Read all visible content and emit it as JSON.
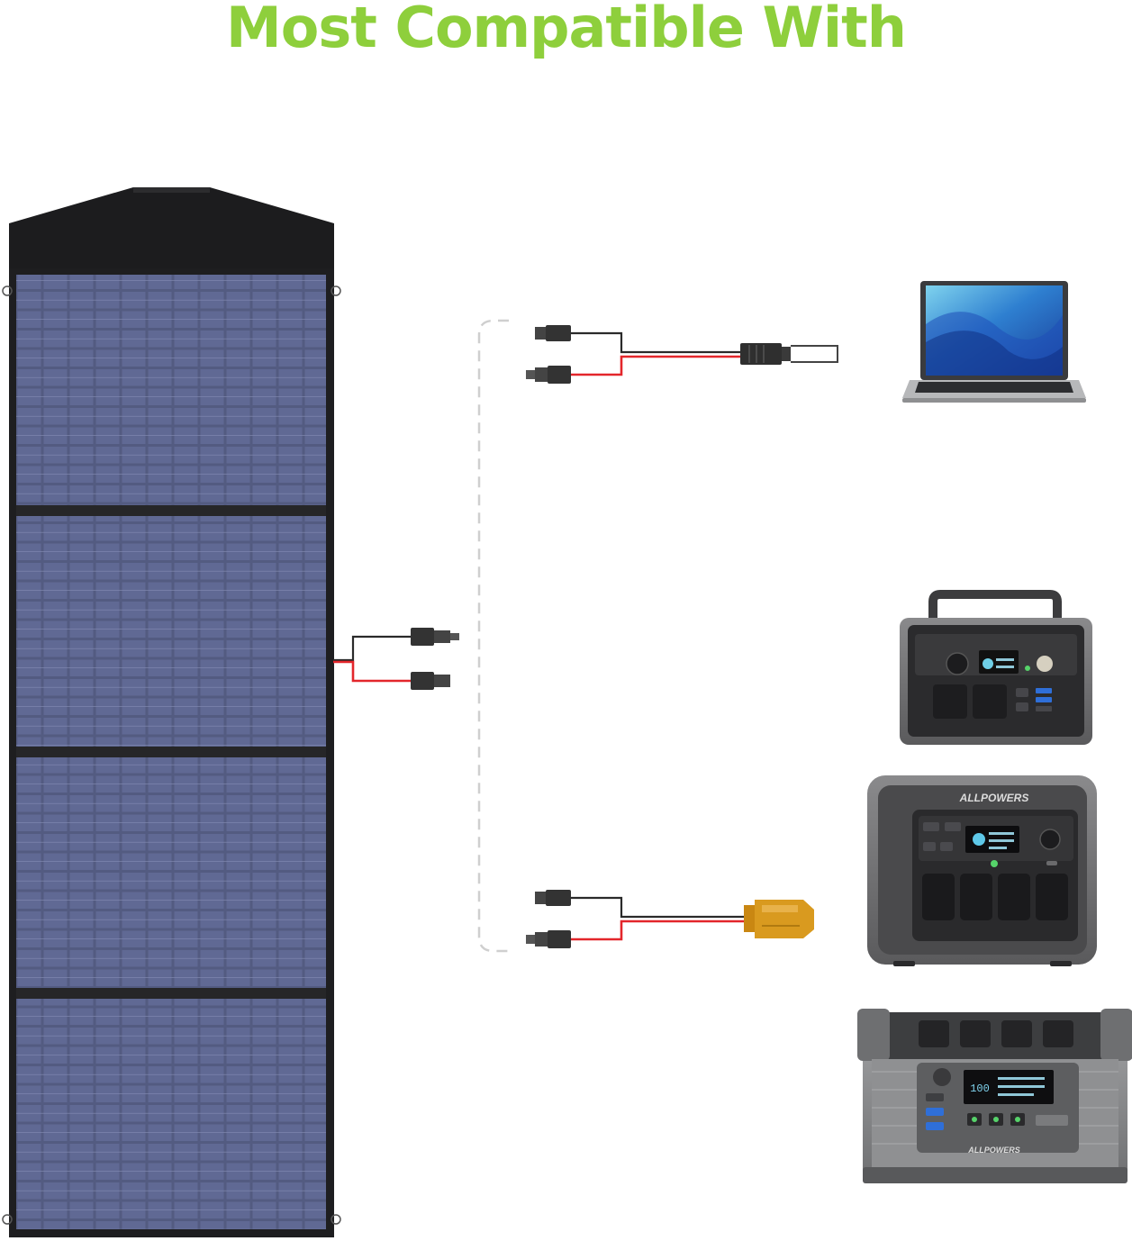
{
  "heading": {
    "text": "Most Compatible With",
    "color": "#8ecf3c"
  },
  "products": {
    "station_medium_brand": "ALLPOWERS",
    "station_large_brand": "ALLPOWERS",
    "station_large_display": "100"
  },
  "colors": {
    "panel_frame": "#1e1e20",
    "cell_blue": "#4a5177",
    "cable_black": "#2a2a2a",
    "cable_red": "#e3262b",
    "xt60_yellow": "#d99a1f",
    "dashed_bracket": "#cfcfcf"
  },
  "icons": [
    "solar-panel-icon",
    "laptop-icon",
    "power-station-icon",
    "mc4-connector-icon",
    "dc-plug-icon",
    "xt60-plug-icon"
  ]
}
